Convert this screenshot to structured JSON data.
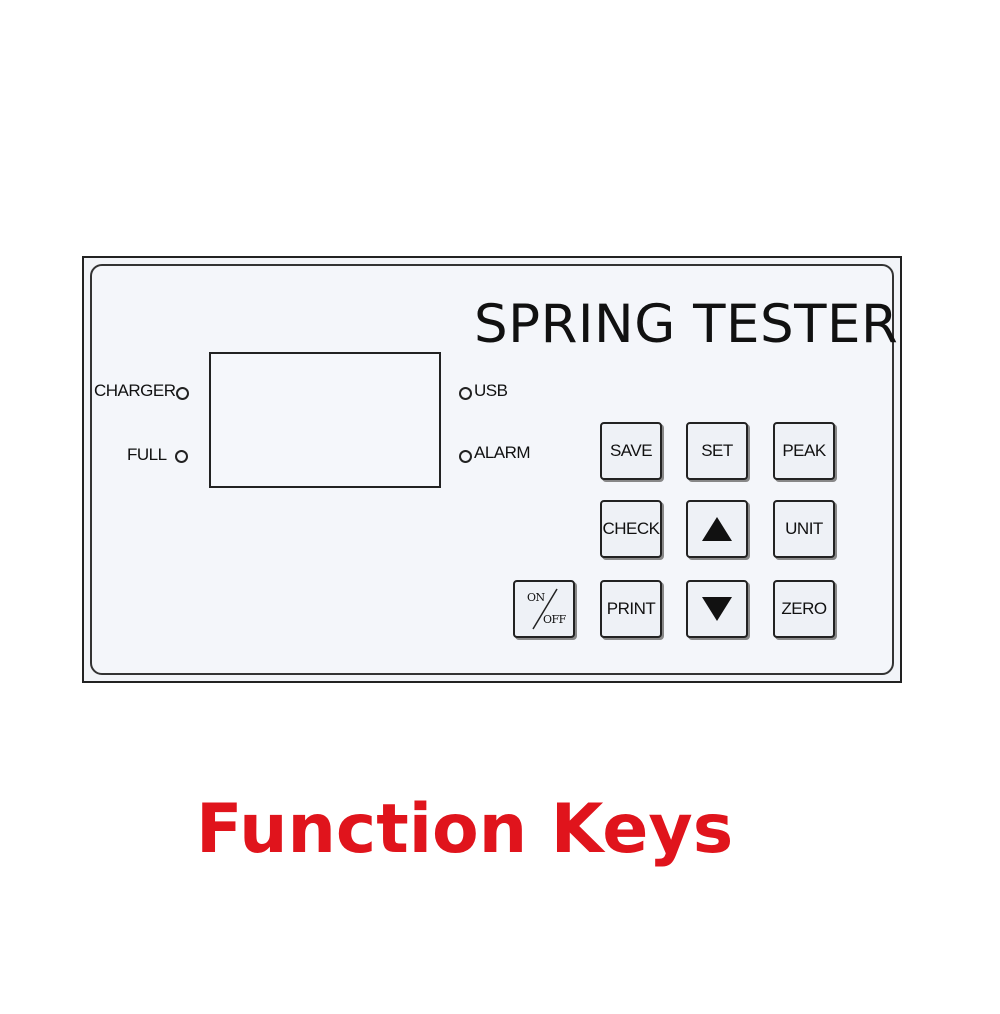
{
  "panel": {
    "title": "SPRING TESTER",
    "indicators": {
      "charger": "CHARGER",
      "full": "FULL",
      "usb": "USB",
      "alarm": "ALARM"
    },
    "keys": {
      "save": "SAVE",
      "set": "SET",
      "peak": "PEAK",
      "check": "CHECK",
      "up": "up-arrow-icon",
      "unit": "UNIT",
      "on_off_on": "ON",
      "on_off_off": "OFF",
      "print": "PRINT",
      "down": "down-arrow-icon",
      "zero": "ZERO"
    }
  },
  "caption": "Function Keys",
  "colors": {
    "caption": "#e0141c",
    "panel_background": "#f4f6fa",
    "outline": "#222222"
  }
}
